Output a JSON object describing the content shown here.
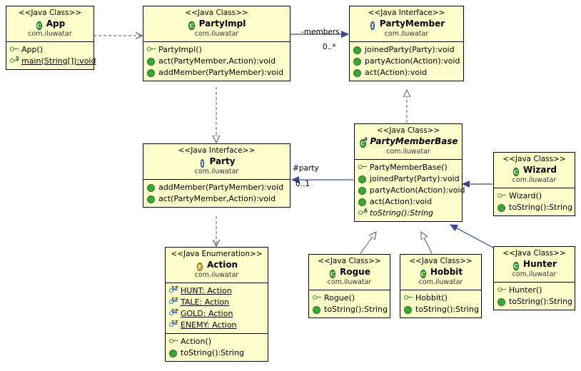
{
  "diagram": {
    "title": "UML class diagram - com.iluwatar party",
    "classes": [
      {
        "id": "app",
        "stereotype": "<<Java Class>>",
        "name": "App",
        "package": "com.iluwatar",
        "kind": "class",
        "members": [
          {
            "label": "App()",
            "icon": "key-green",
            "italic": false,
            "underline": false,
            "sup": ""
          },
          {
            "label": "main(String[]):void",
            "icon": "key-green",
            "italic": false,
            "underline": true,
            "sup": "S"
          }
        ]
      },
      {
        "id": "partyimpl",
        "stereotype": "<<Java Class>>",
        "name": "PartyImpl",
        "package": "com.iluwatar",
        "kind": "class",
        "members": [
          {
            "label": "PartyImpl()",
            "icon": "key-green",
            "italic": false,
            "underline": false,
            "sup": ""
          },
          {
            "label": "act(PartyMember,Action):void",
            "icon": "circle-green",
            "italic": false,
            "underline": false,
            "sup": ""
          },
          {
            "label": "addMember(PartyMember):void",
            "icon": "circle-green",
            "italic": false,
            "underline": false,
            "sup": ""
          }
        ]
      },
      {
        "id": "partymember",
        "stereotype": "<<Java Interface>>",
        "name": "PartyMember",
        "package": "com.iluwatar",
        "kind": "interface",
        "members": [
          {
            "label": "joinedParty(Party):void",
            "icon": "circle-green",
            "italic": false,
            "underline": false,
            "sup": ""
          },
          {
            "label": "partyAction(Action):void",
            "icon": "circle-green",
            "italic": false,
            "underline": false,
            "sup": ""
          },
          {
            "label": "act(Action):void",
            "icon": "circle-green",
            "italic": false,
            "underline": false,
            "sup": ""
          }
        ]
      },
      {
        "id": "party",
        "stereotype": "<<Java Interface>>",
        "name": "Party",
        "package": "com.iluwatar",
        "kind": "interface",
        "members": [
          {
            "label": "addMember(PartyMember):void",
            "icon": "circle-green",
            "italic": false,
            "underline": false,
            "sup": ""
          },
          {
            "label": "act(PartyMember,Action):void",
            "icon": "circle-green",
            "italic": false,
            "underline": false,
            "sup": ""
          }
        ]
      },
      {
        "id": "partymemberbase",
        "stereotype": "<<Java Class>>",
        "name": "PartyMemberBase",
        "package": "com.iluwatar",
        "kind": "class-abstract",
        "members": [
          {
            "label": "PartyMemberBase()",
            "icon": "key-green",
            "italic": false,
            "underline": false,
            "sup": ""
          },
          {
            "label": "joinedParty(Party):void",
            "icon": "circle-green",
            "italic": false,
            "underline": false,
            "sup": ""
          },
          {
            "label": "partyAction(Action):void",
            "icon": "circle-green",
            "italic": false,
            "underline": false,
            "sup": ""
          },
          {
            "label": "act(Action):void",
            "icon": "circle-green",
            "italic": false,
            "underline": false,
            "sup": ""
          },
          {
            "label": "toString():String",
            "icon": "key-green",
            "italic": true,
            "underline": false,
            "sup": "A"
          }
        ]
      },
      {
        "id": "wizard",
        "stereotype": "<<Java Class>>",
        "name": "Wizard",
        "package": "com.iluwatar",
        "kind": "class",
        "members": [
          {
            "label": "Wizard()",
            "icon": "key-green",
            "italic": false,
            "underline": false,
            "sup": ""
          },
          {
            "label": "toString():String",
            "icon": "circle-green",
            "italic": false,
            "underline": false,
            "sup": ""
          }
        ]
      },
      {
        "id": "hunter",
        "stereotype": "<<Java Class>>",
        "name": "Hunter",
        "package": "com.iluwatar",
        "kind": "class",
        "members": [
          {
            "label": "Hunter()",
            "icon": "key-green",
            "italic": false,
            "underline": false,
            "sup": ""
          },
          {
            "label": "toString():String",
            "icon": "circle-green",
            "italic": false,
            "underline": false,
            "sup": ""
          }
        ]
      },
      {
        "id": "rogue",
        "stereotype": "<<Java Class>>",
        "name": "Rogue",
        "package": "com.iluwatar",
        "kind": "class",
        "members": [
          {
            "label": "Rogue()",
            "icon": "key-green",
            "italic": false,
            "underline": false,
            "sup": ""
          },
          {
            "label": "toString():String",
            "icon": "circle-green",
            "italic": false,
            "underline": false,
            "sup": ""
          }
        ]
      },
      {
        "id": "hobbit",
        "stereotype": "<<Java Class>>",
        "name": "Hobbit",
        "package": "com.iluwatar",
        "kind": "class",
        "members": [
          {
            "label": "Hobbit()",
            "icon": "key-green",
            "italic": false,
            "underline": false,
            "sup": ""
          },
          {
            "label": "toString():String",
            "icon": "circle-green",
            "italic": false,
            "underline": false,
            "sup": ""
          }
        ]
      },
      {
        "id": "action",
        "stereotype": "<<Java Enumeration>>",
        "name": "Action",
        "package": "com.iluwatar",
        "kind": "enum",
        "members": [
          {
            "label": "HUNT: Action",
            "icon": "key-blue",
            "italic": false,
            "underline": true,
            "sup": "SF"
          },
          {
            "label": "TALE: Action",
            "icon": "key-blue",
            "italic": false,
            "underline": true,
            "sup": "SF"
          },
          {
            "label": "GOLD: Action",
            "icon": "key-blue",
            "italic": false,
            "underline": true,
            "sup": "SF"
          },
          {
            "label": "ENEMY: Action",
            "icon": "key-blue",
            "italic": false,
            "underline": true,
            "sup": "SF"
          }
        ],
        "members2": [
          {
            "label": "Action()",
            "icon": "key-green",
            "italic": false,
            "underline": false,
            "sup": ""
          },
          {
            "label": "toString():String",
            "icon": "circle-green",
            "italic": false,
            "underline": false,
            "sup": ""
          }
        ]
      }
    ],
    "edge_labels": [
      {
        "id": "members",
        "text": "-members"
      },
      {
        "id": "members-mult",
        "text": "0..*"
      },
      {
        "id": "party",
        "text": "#party"
      },
      {
        "id": "party-mult",
        "text": "0..1"
      }
    ],
    "colors": {
      "box_fill": "#ffffcc",
      "border": "#000000",
      "icon_green": "#39a839",
      "icon_blue": "#4f6fd0",
      "icon_enum": "#b8a300",
      "background": "#ffffff"
    }
  }
}
